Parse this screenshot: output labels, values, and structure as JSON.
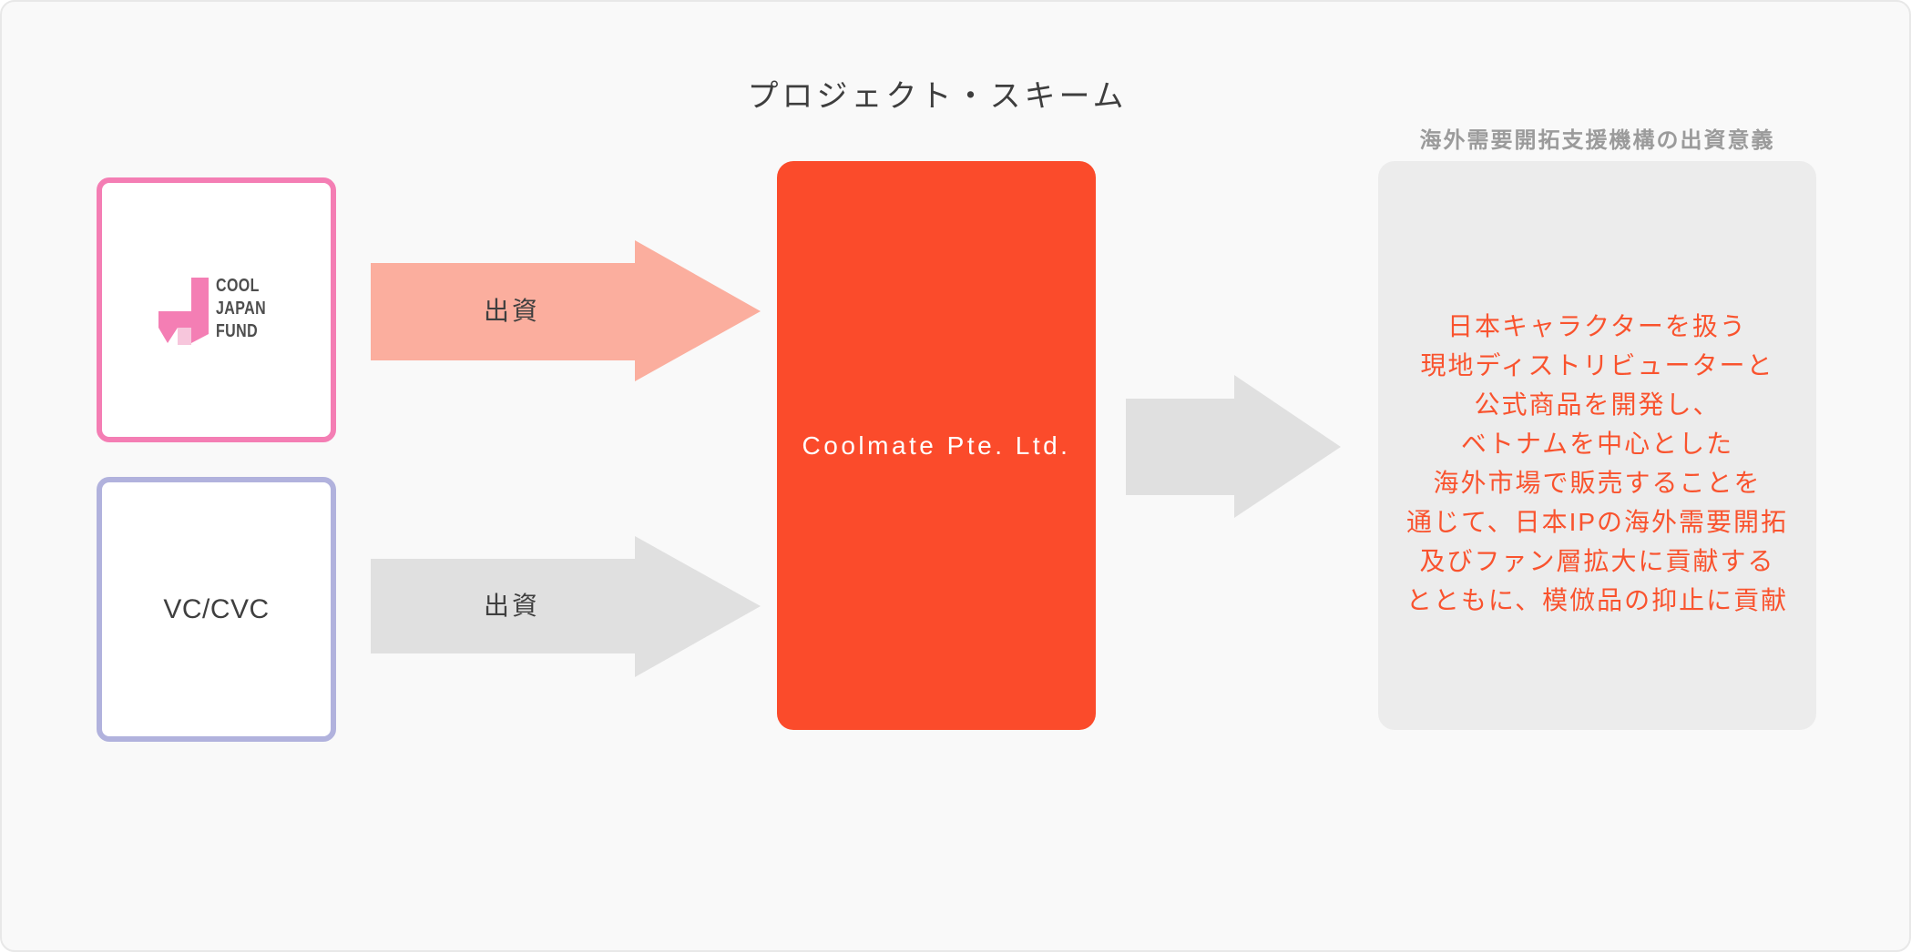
{
  "title": "プロジェクト・スキーム",
  "colors": {
    "page_bg": "#F9F9F9",
    "frame_border": "#E8E8E8",
    "title_text": "#3E3E3E",
    "pink": "#F47EB4",
    "pink_light": "#F7C6DC",
    "lavender": "#B1B2DD",
    "logo_text": "#4D4D4D",
    "label_dark": "#3F3F3F",
    "red": "#FB4B2B",
    "red_text": "#F9532E",
    "salmon": "#FBAE9E",
    "arrow_gray": "#E0E0E0",
    "panel_gray": "#ECECEC",
    "heading_gray": "#9B9B9B"
  },
  "investors": {
    "cool_japan_fund": {
      "logo_lines": [
        "COOL",
        "JAPAN",
        "FUND"
      ]
    },
    "vc_cvc": {
      "label": "VC/CVC"
    }
  },
  "arrows": {
    "cjf_to_coolmate": {
      "label": "出資"
    },
    "vc_to_coolmate": {
      "label": "出資"
    }
  },
  "company": {
    "name": "Coolmate Pte. Ltd."
  },
  "outcome": {
    "heading": "海外需要開拓支援機構の出資意義",
    "lines": [
      "日本キャラクターを扱う",
      "現地ディストリビューターと",
      "公式商品を開発し、",
      "ベトナムを中心とした",
      "海外市場で販売することを",
      "通じて、日本IPの海外需要開拓",
      "及びファン層拡大に貢献する",
      "とともに、模倣品の抑止に貢献"
    ]
  }
}
